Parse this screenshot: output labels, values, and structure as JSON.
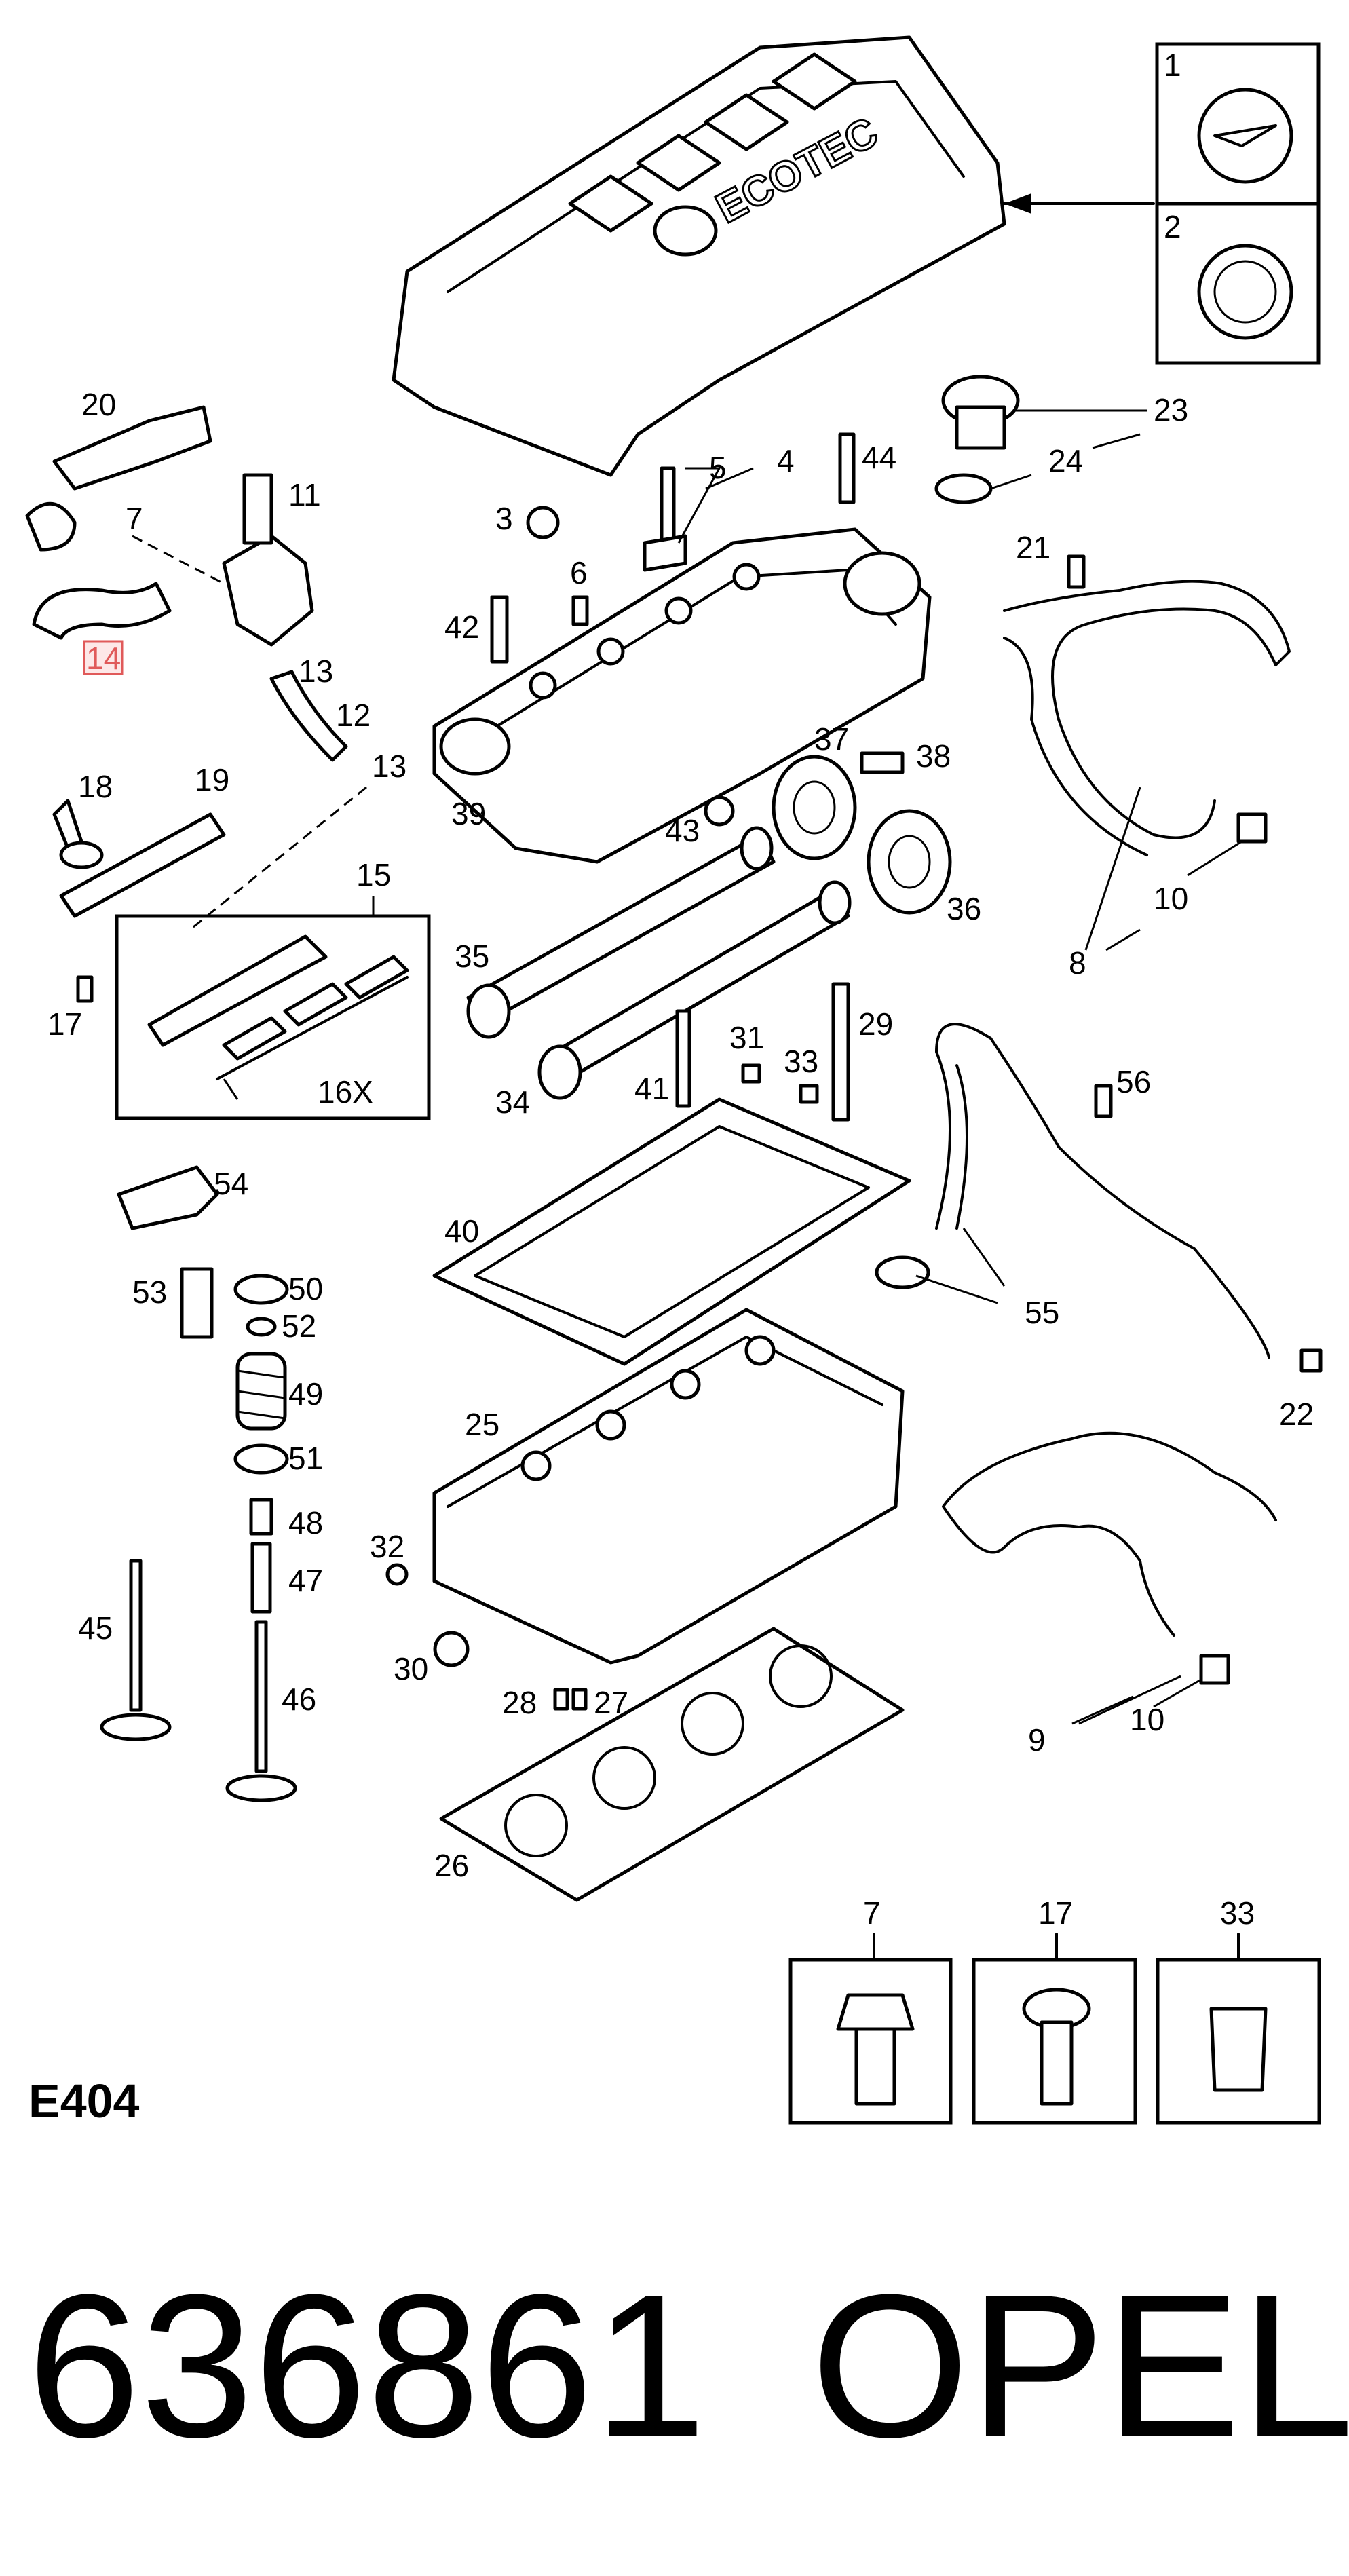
{
  "diagram_code": "E404",
  "part_number": "636861",
  "brand": "OPEL",
  "cover_lettering": "ECOTEC",
  "highlight_color": "#e05a5a",
  "callouts": {
    "c1": "1",
    "c2": "2",
    "c3": "3",
    "c4": "4",
    "c5": "5",
    "c6": "6",
    "c7": "7",
    "c8": "8",
    "c9": "9",
    "c10a": "10",
    "c10b": "10",
    "c11": "11",
    "c12": "12",
    "c13a": "13",
    "c13b": "13",
    "c14": "14",
    "c15": "15",
    "c16": "16X",
    "c17": "17",
    "c18": "18",
    "c19": "19",
    "c20": "20",
    "c21": "21",
    "c22": "22",
    "c23": "23",
    "c24": "24",
    "c25": "25",
    "c26": "26",
    "c27": "27",
    "c28": "28",
    "c29": "29",
    "c30": "30",
    "c31": "31",
    "c32": "32",
    "c33": "33",
    "c34": "34",
    "c35": "35",
    "c36": "36",
    "c37": "37",
    "c38": "38",
    "c39": "39",
    "c40": "40",
    "c41": "41",
    "c42": "42",
    "c43": "43",
    "c44": "44",
    "c45": "45",
    "c46": "46",
    "c47": "47",
    "c48": "48",
    "c49": "49",
    "c50": "50",
    "c51": "51",
    "c52": "52",
    "c53": "53",
    "c54": "54",
    "c55": "55",
    "c56": "56"
  },
  "detail_boxes": {
    "d7": "7",
    "d17": "17",
    "d33": "33"
  },
  "highlighted_callout": "14"
}
